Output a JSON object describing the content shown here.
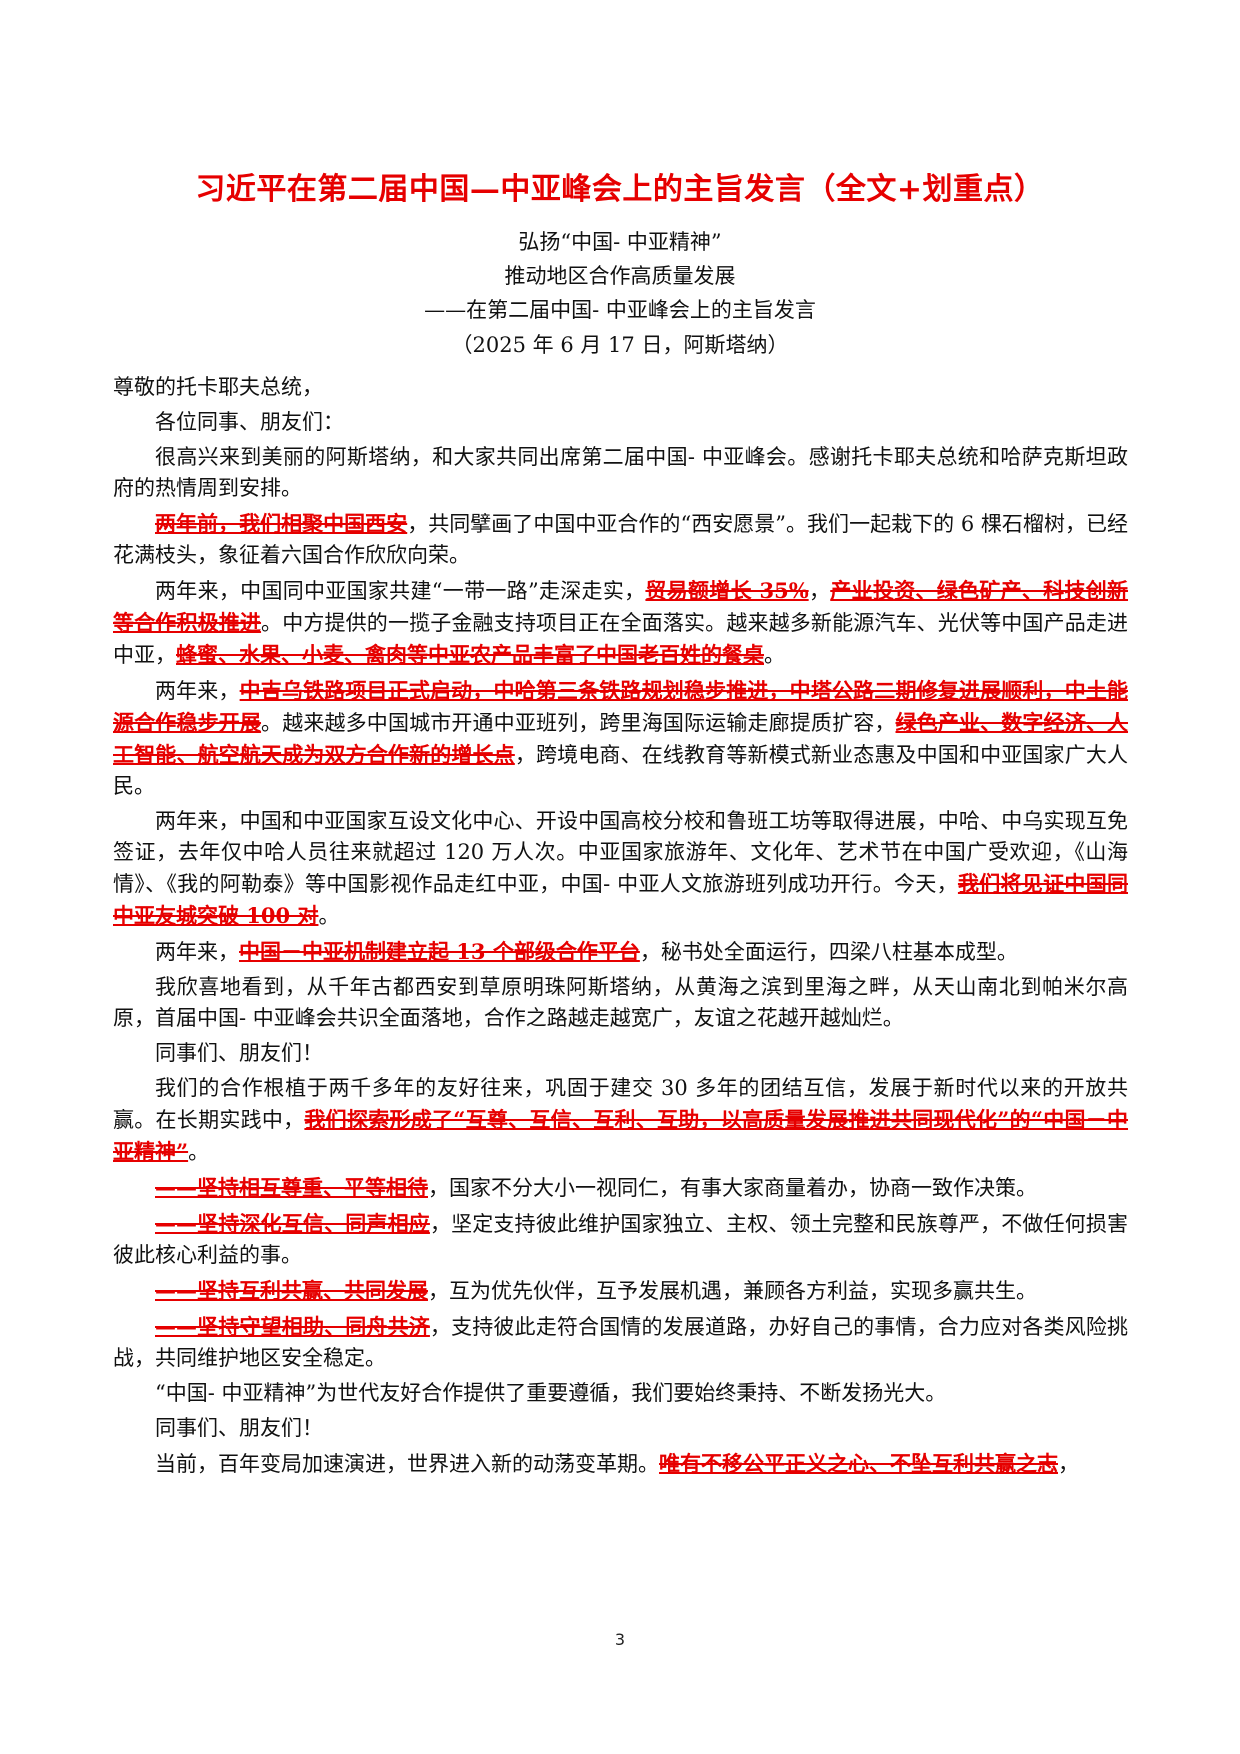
{
  "doc": {
    "title": "习近平在第二届中国—中亚峰会上的主旨发言（全文+划重点）",
    "subtitle1": "弘扬“中国- 中亚精神”",
    "subtitle2": "推动地区合作高质量发展",
    "subtitle3": "——在第二届中国- 中亚峰会上的主旨发言",
    "dateline": "（2025 年 6 月 17 日，阿斯塔纳）",
    "page_number": "3",
    "highlight_color": "#e60000",
    "paragraphs": [
      {
        "indent": false,
        "segments": [
          {
            "t": "尊敬的托卡耶夫总统，"
          }
        ]
      },
      {
        "indent": true,
        "segments": [
          {
            "t": "各位同事、朋友们："
          }
        ]
      },
      {
        "indent": true,
        "segments": [
          {
            "t": "很高兴来到美丽的阿斯塔纳，和大家共同出席第二届中国- 中亚峰会。感谢托卡耶夫总统和哈萨克斯坦政府的热情周到安排。"
          }
        ]
      },
      {
        "indent": true,
        "segments": [
          {
            "t": "两年前，我们相聚中国西安",
            "hl": true
          },
          {
            "t": "，共同擘画了中国中亚合作的“西安愿景”。我们一起栽下的 6 棵石榴树，已经花满枝头，象征着六国合作欣欣向荣。"
          }
        ]
      },
      {
        "indent": true,
        "segments": [
          {
            "t": "两年来，中国同中亚国家共建“一带一路”走深走实，"
          },
          {
            "t": "贸易额增长 35%",
            "hl": true
          },
          {
            "t": "，"
          },
          {
            "t": "产业投资、绿色矿产、科技创新等合作积极推进",
            "hl": true
          },
          {
            "t": "。中方提供的一揽子金融支持项目正在全面落实。越来越多新能源汽车、光伏等中国产品走进中亚，"
          },
          {
            "t": "蜂蜜、水果、小麦、禽肉等中亚农产品丰富了中国老百姓的餐桌",
            "hl": true
          },
          {
            "t": "。"
          }
        ]
      },
      {
        "indent": true,
        "segments": [
          {
            "t": "两年来，"
          },
          {
            "t": "中吉乌铁路项目正式启动，中哈第三条铁路规划稳步推进，中塔公路二期修复进展顺利，中土能源合作稳步开展",
            "hl": true
          },
          {
            "t": "。越来越多中国城市开通中亚班列，跨里海国际运输走廊提质扩容，"
          },
          {
            "t": "绿色产业、数字经济、人工智能、航空航天成为双方合作新的增长点",
            "hl": true
          },
          {
            "t": "，跨境电商、在线教育等新模式新业态惠及中国和中亚国家广大人民。"
          }
        ]
      },
      {
        "indent": true,
        "segments": [
          {
            "t": "两年来，中国和中亚国家互设文化中心、开设中国高校分校和鲁班工坊等取得进展，中哈、中乌实现互免签证，去年仅中哈人员往来就超过 120 万人次。中亚国家旅游年、文化年、艺术节在中国广受欢迎，《山海情》、《我的阿勒泰》等中国影视作品走红中亚，中国- 中亚人文旅游班列成功开行。今天，"
          },
          {
            "t": "我们将见证中国同中亚友城突破 100 对",
            "hl": true
          },
          {
            "t": "。"
          }
        ]
      },
      {
        "indent": true,
        "segments": [
          {
            "t": "两年来，"
          },
          {
            "t": "中国－中亚机制建立起 13 个部级合作平台",
            "hl": true
          },
          {
            "t": "，秘书处全面运行，四梁八柱基本成型。"
          }
        ]
      },
      {
        "indent": true,
        "segments": [
          {
            "t": "我欣喜地看到，从千年古都西安到草原明珠阿斯塔纳，从黄海之滨到里海之畔，从天山南北到帕米尔高原，首届中国- 中亚峰会共识全面落地，合作之路越走越宽广，友谊之花越开越灿烂。"
          }
        ]
      },
      {
        "indent": true,
        "segments": [
          {
            "t": "同事们、朋友们！"
          }
        ]
      },
      {
        "indent": true,
        "segments": [
          {
            "t": "我们的合作根植于两千多年的友好往来，巩固于建交 30 多年的团结互信，发展于新时代以来的开放共赢。在长期实践中，"
          },
          {
            "t": "我们探索形成了“互尊、互信、互利、互助，以高质量发展推进共同现代化”的“中国－中亚精神”",
            "hl": true
          },
          {
            "t": "。"
          }
        ]
      },
      {
        "indent": true,
        "segments": [
          {
            "t": "——坚持相互尊重、平等相待",
            "hl": true
          },
          {
            "t": "，国家不分大小一视同仁，有事大家商量着办，协商一致作决策。"
          }
        ]
      },
      {
        "indent": true,
        "segments": [
          {
            "t": "——坚持深化互信、同声相应",
            "hl": true
          },
          {
            "t": "，坚定支持彼此维护国家独立、主权、领土完整和民族尊严，不做任何损害彼此核心利益的事。"
          }
        ]
      },
      {
        "indent": true,
        "segments": [
          {
            "t": "——坚持互利共赢、共同发展",
            "hl": true
          },
          {
            "t": "，互为优先伙伴，互予发展机遇，兼顾各方利益，实现多赢共生。"
          }
        ]
      },
      {
        "indent": true,
        "segments": [
          {
            "t": "——坚持守望相助、同舟共济",
            "hl": true
          },
          {
            "t": "，支持彼此走符合国情的发展道路，办好自己的事情，合力应对各类风险挑战，共同维护地区安全稳定。"
          }
        ]
      },
      {
        "indent": true,
        "segments": [
          {
            "t": "“中国- 中亚精神”为世代友好合作提供了重要遵循，我们要始终秉持、不断发扬光大。"
          }
        ]
      },
      {
        "indent": true,
        "segments": [
          {
            "t": "同事们、朋友们！"
          }
        ]
      },
      {
        "indent": true,
        "segments": [
          {
            "t": "当前，百年变局加速演进，世界进入新的动荡变革期。"
          },
          {
            "t": "唯有不移公平正义之心、不坠互利共赢之志",
            "hl": true
          },
          {
            "t": "，"
          }
        ]
      }
    ]
  }
}
